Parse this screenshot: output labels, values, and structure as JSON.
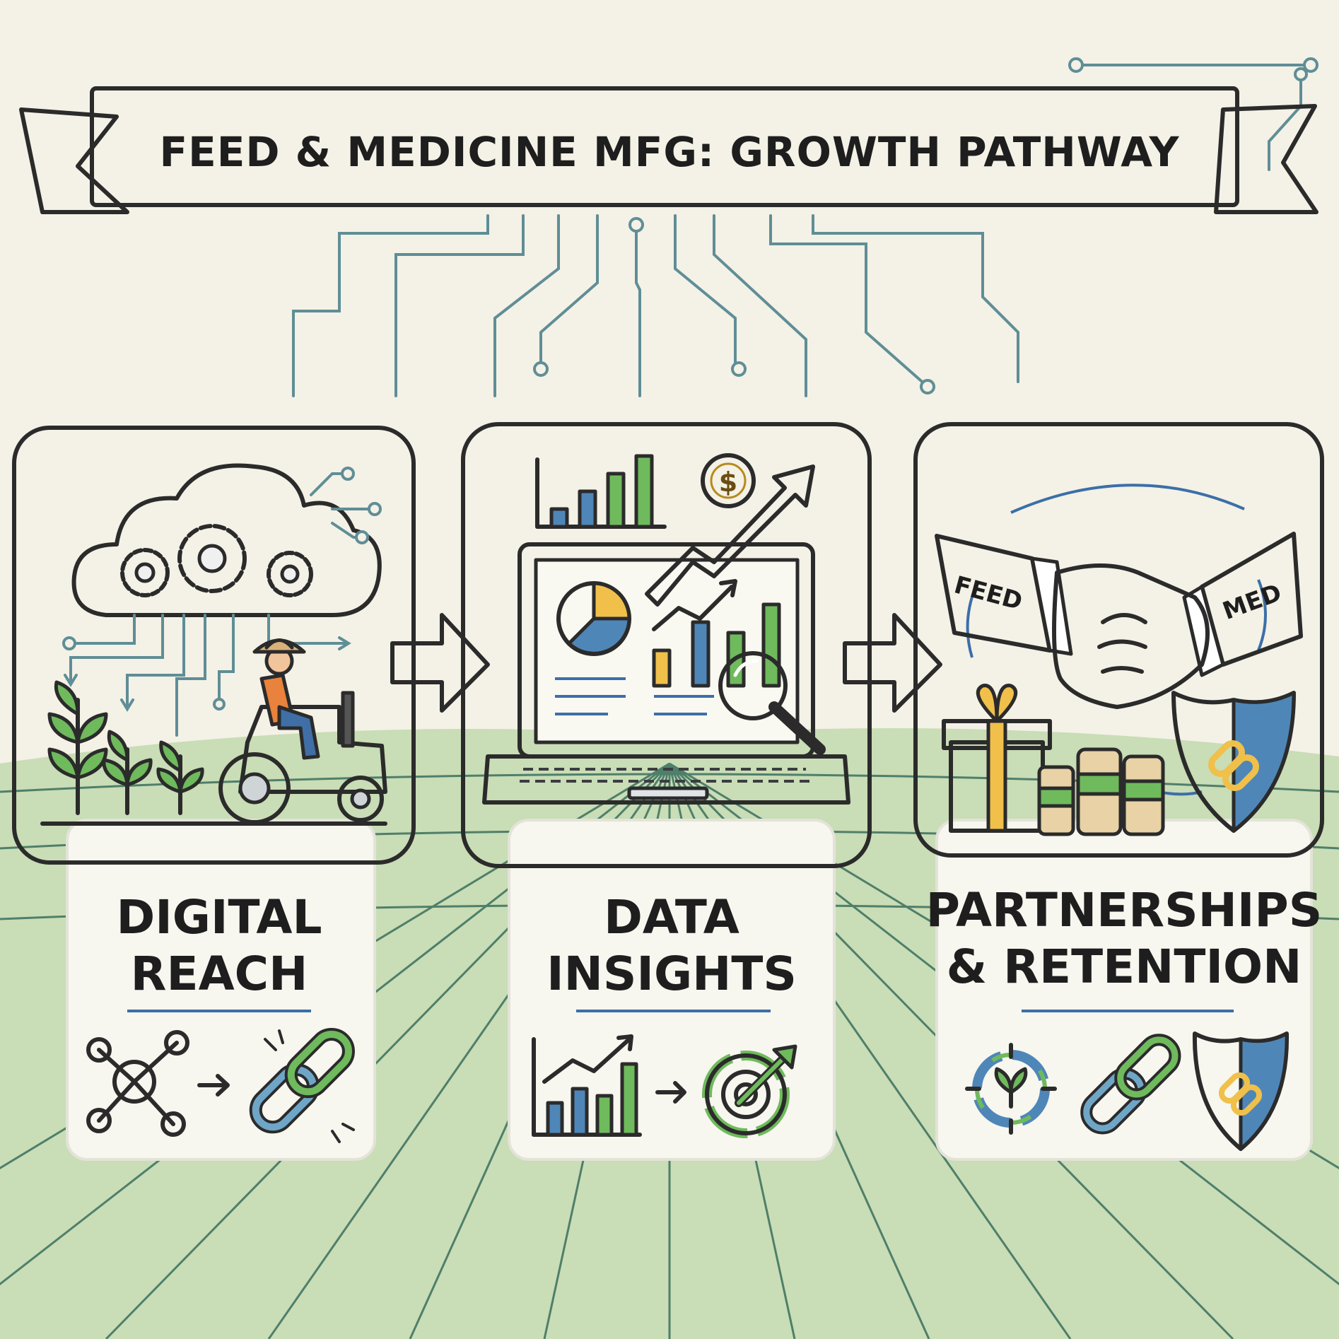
{
  "title": "FEED & MEDICINE MFG: GROWTH PATHWAY",
  "steps": [
    {
      "label_line1": "DIGITAL",
      "label_line2": "REACH"
    },
    {
      "label_line1": "DATA",
      "label_line2": "INSIGHTS"
    },
    {
      "label_line1": "PARTNERSHIPS",
      "label_line2": "& RETENTION"
    }
  ],
  "handshake": {
    "left_sleeve": "FEED",
    "right_sleeve": "MED"
  },
  "coin_symbol": "$",
  "colors": {
    "background": "#f4f1e6",
    "field_green": "#c9ddb6",
    "accent_green": "#6fba5c",
    "accent_blue": "#4f86b8",
    "accent_gold": "#f0c04a",
    "ink": "#2b2b2b",
    "circuit": "#5f8e96"
  }
}
